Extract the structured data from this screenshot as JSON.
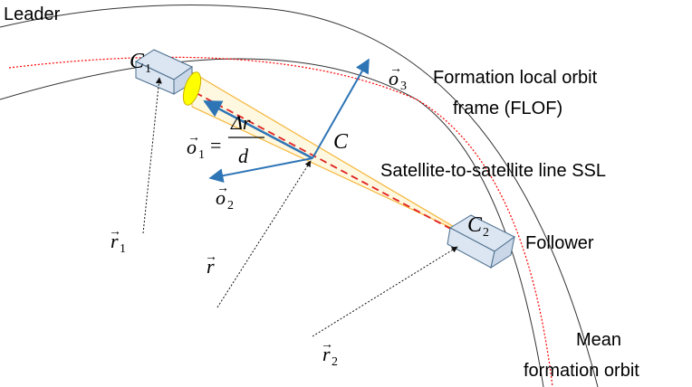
{
  "labels": {
    "leader": "Leader",
    "follower": "Follower",
    "flof_line1": "Formation local orbit",
    "flof_line2": "frame (FLOF)",
    "ssl": "Satellite-to-satellite line  SSL",
    "mean_line1": "Mean",
    "mean_line2": "formation orbit"
  },
  "math": {
    "c1_base": "C",
    "c1_sub": "1",
    "c2_base": "C",
    "c2_sub": "2",
    "center": "C",
    "o1": "o",
    "o1_sub": "1",
    "o2": "o",
    "o2_sub": "2",
    "o3": "o",
    "o3_sub": "3",
    "r": "r",
    "r1": "r",
    "r1_sub": "1",
    "r2": "r",
    "r2_sub": "2",
    "equals": "=",
    "delta_r": "Δr",
    "d": "d",
    "arrow": "→"
  },
  "colors": {
    "blue_axes": "#2e75b6",
    "orbit_red": "#ff0000",
    "beam_orange": "#f5b942",
    "beam_fill": "#fff4cc",
    "dish_yellow": "#ffff00",
    "sat_body": "#dce6f2",
    "orbit_black": "#333333"
  }
}
